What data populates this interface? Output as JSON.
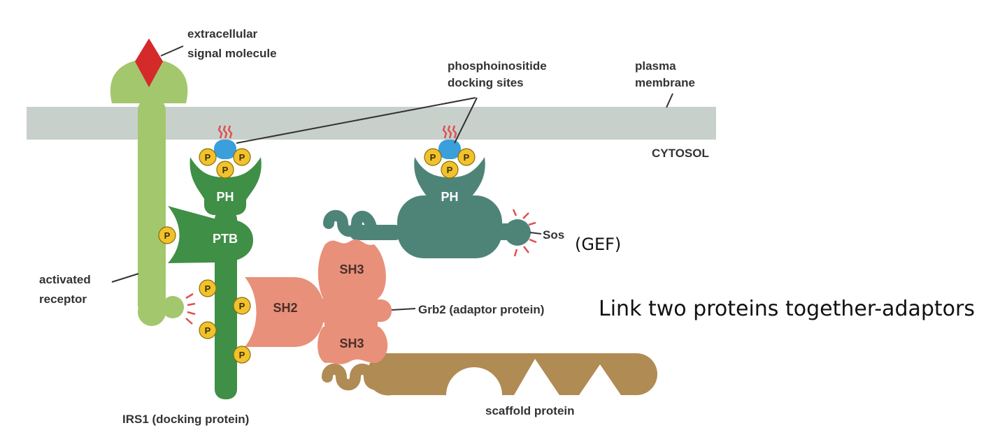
{
  "labels": {
    "signal_line1": "extracellular",
    "signal_line2": "signal molecule",
    "phospho_line1": "phosphoinositide",
    "phospho_line2": "docking sites",
    "membrane_line1": "plasma",
    "membrane_line2": "membrane",
    "cytosol": "CYTOSOL",
    "receptor_line1": "activated",
    "receptor_line2": "receptor",
    "irs1": "IRS1 (docking protein)",
    "sos": "Sos",
    "gef": "(GEF)",
    "grb2": "Grb2 (adaptor protein)",
    "scaffold": "scaffold protein",
    "annotation": "Link two proteins together-adaptors"
  },
  "domains": {
    "ph": "PH",
    "ph2": "PH",
    "ptb": "PTB",
    "sh2": "SH2",
    "sh3_top": "SH3",
    "sh3_bottom": "SH3"
  },
  "phospho": "P",
  "colors": {
    "membrane": "#c8d0cc",
    "receptor": "#a3c76d",
    "signal": "#d42a2a",
    "irs1": "#3f8f46",
    "sos": "#4e8478",
    "grb2": "#e8907a",
    "scaffold": "#b08b54",
    "phospho": "#f2c12e",
    "lipid": "#3a9fdb"
  }
}
